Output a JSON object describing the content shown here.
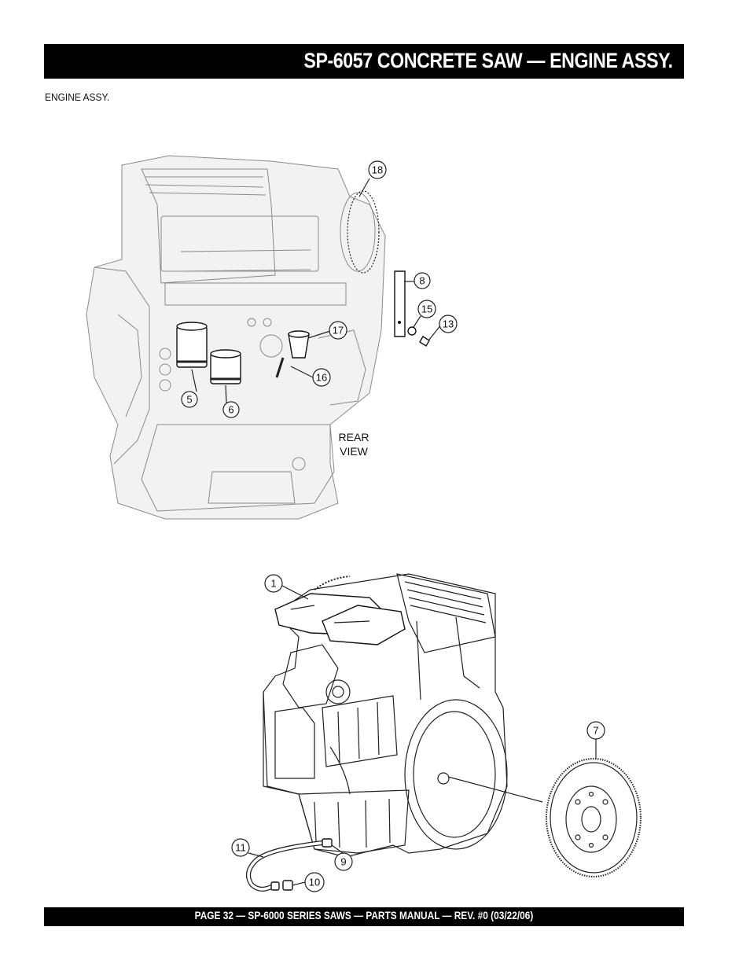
{
  "header": {
    "title": "SP-6057 CONCRETE SAW —  ENGINE ASSY."
  },
  "subtitle": "ENGINE ASSY.",
  "rear_view": {
    "label_line1": "REAR",
    "label_line2": "VIEW",
    "callouts": [
      "18",
      "8",
      "15",
      "13",
      "17",
      "16",
      "5",
      "6"
    ]
  },
  "front_view": {
    "callouts": [
      "1",
      "7",
      "11",
      "9",
      "10"
    ]
  },
  "footer": {
    "text": "PAGE 32 — SP-6000 SERIES SAWS  — PARTS MANUAL — REV. #0 (03/22/06)"
  }
}
